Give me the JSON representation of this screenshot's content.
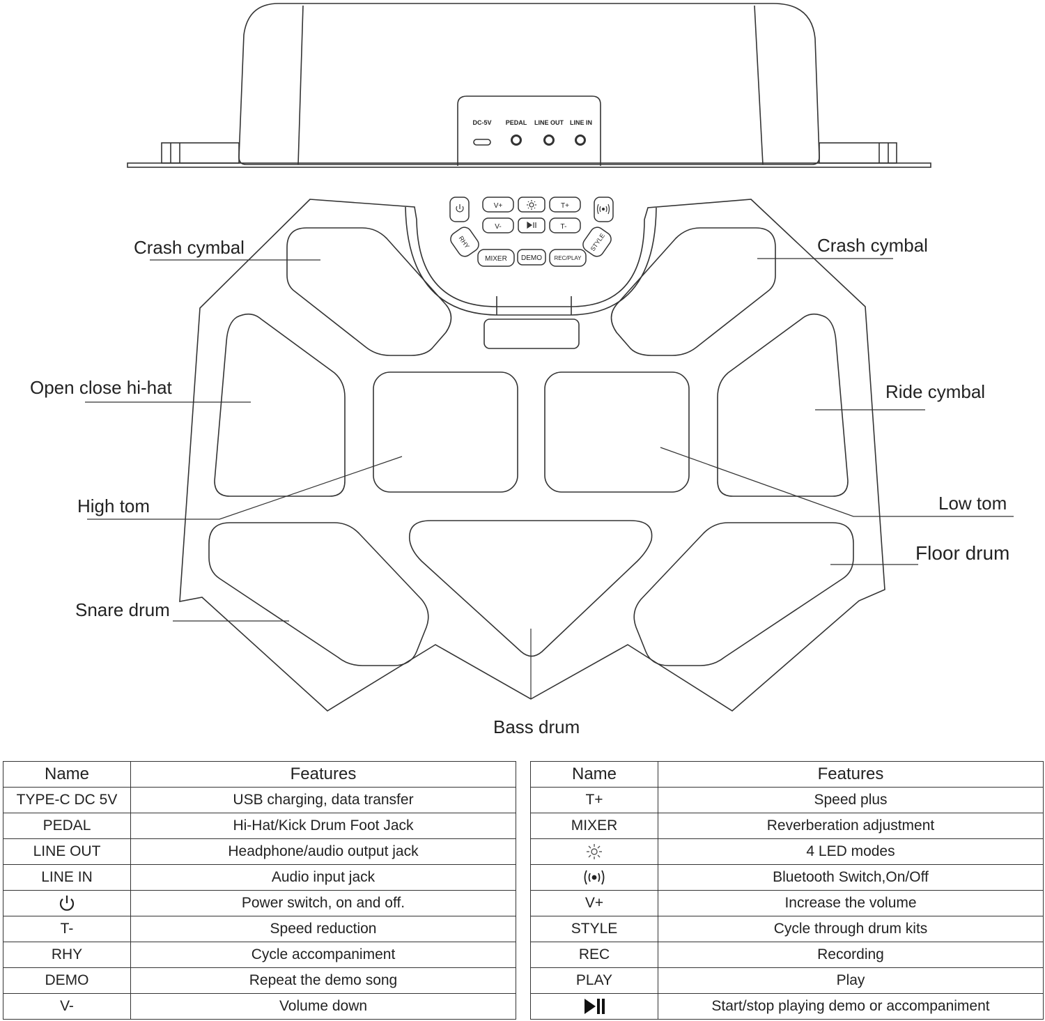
{
  "device_panel": {
    "ports": [
      "DC-5V",
      "PEDAL",
      "LINE OUT",
      "LINE IN"
    ]
  },
  "buttons": {
    "v_plus": "V+",
    "v_minus": "V-",
    "t_plus": "T+",
    "t_minus": "T-",
    "rhy": "RHY",
    "style": "STYLE",
    "mixer": "MIXER",
    "demo": "DEMO",
    "rec_play": "REC/PLAY"
  },
  "labels": {
    "crash_left": "Crash cymbal",
    "crash_right": "Crash cymbal",
    "hihat": "Open close hi-hat",
    "ride": "Ride cymbal",
    "high_tom": "High tom",
    "low_tom": "Low tom",
    "floor_drum": "Floor drum",
    "snare": "Snare drum",
    "bass": "Bass drum"
  },
  "table_left": {
    "headers": [
      "Name",
      "Features"
    ],
    "rows": [
      {
        "name": "TYPE-C DC 5V",
        "feature": "USB charging, data transfer"
      },
      {
        "name": "PEDAL",
        "feature": "Hi-Hat/Kick Drum Foot Jack"
      },
      {
        "name": "LINE OUT",
        "feature": "Headphone/audio output jack"
      },
      {
        "name": "LINE IN",
        "feature": "Audio input jack"
      },
      {
        "name": "",
        "icon": "power-icon",
        "feature": "Power switch, on and off."
      },
      {
        "name": "T-",
        "feature": "Speed reduction"
      },
      {
        "name": "RHY",
        "feature": "Cycle accompaniment"
      },
      {
        "name": "DEMO",
        "feature": "Repeat the demo song"
      },
      {
        "name": "V-",
        "feature": "Volume down"
      }
    ]
  },
  "table_right": {
    "headers": [
      "Name",
      "Features"
    ],
    "rows": [
      {
        "name": "T+",
        "feature": "Speed plus"
      },
      {
        "name": "MIXER",
        "feature": "Reverberation adjustment"
      },
      {
        "name": "",
        "icon": "led-sun-icon",
        "feature": "4 LED modes"
      },
      {
        "name": "",
        "icon": "bluetooth-wave-icon",
        "feature": "Bluetooth Switch,On/Off"
      },
      {
        "name": "V+",
        "feature": "Increase the volume"
      },
      {
        "name": "STYLE",
        "feature": "Cycle through drum kits"
      },
      {
        "name": "REC",
        "feature": "Recording"
      },
      {
        "name": "PLAY",
        "feature": "Play"
      },
      {
        "name": "",
        "icon": "play-pause-icon",
        "feature": "Start/stop playing demo or accompaniment"
      }
    ]
  }
}
